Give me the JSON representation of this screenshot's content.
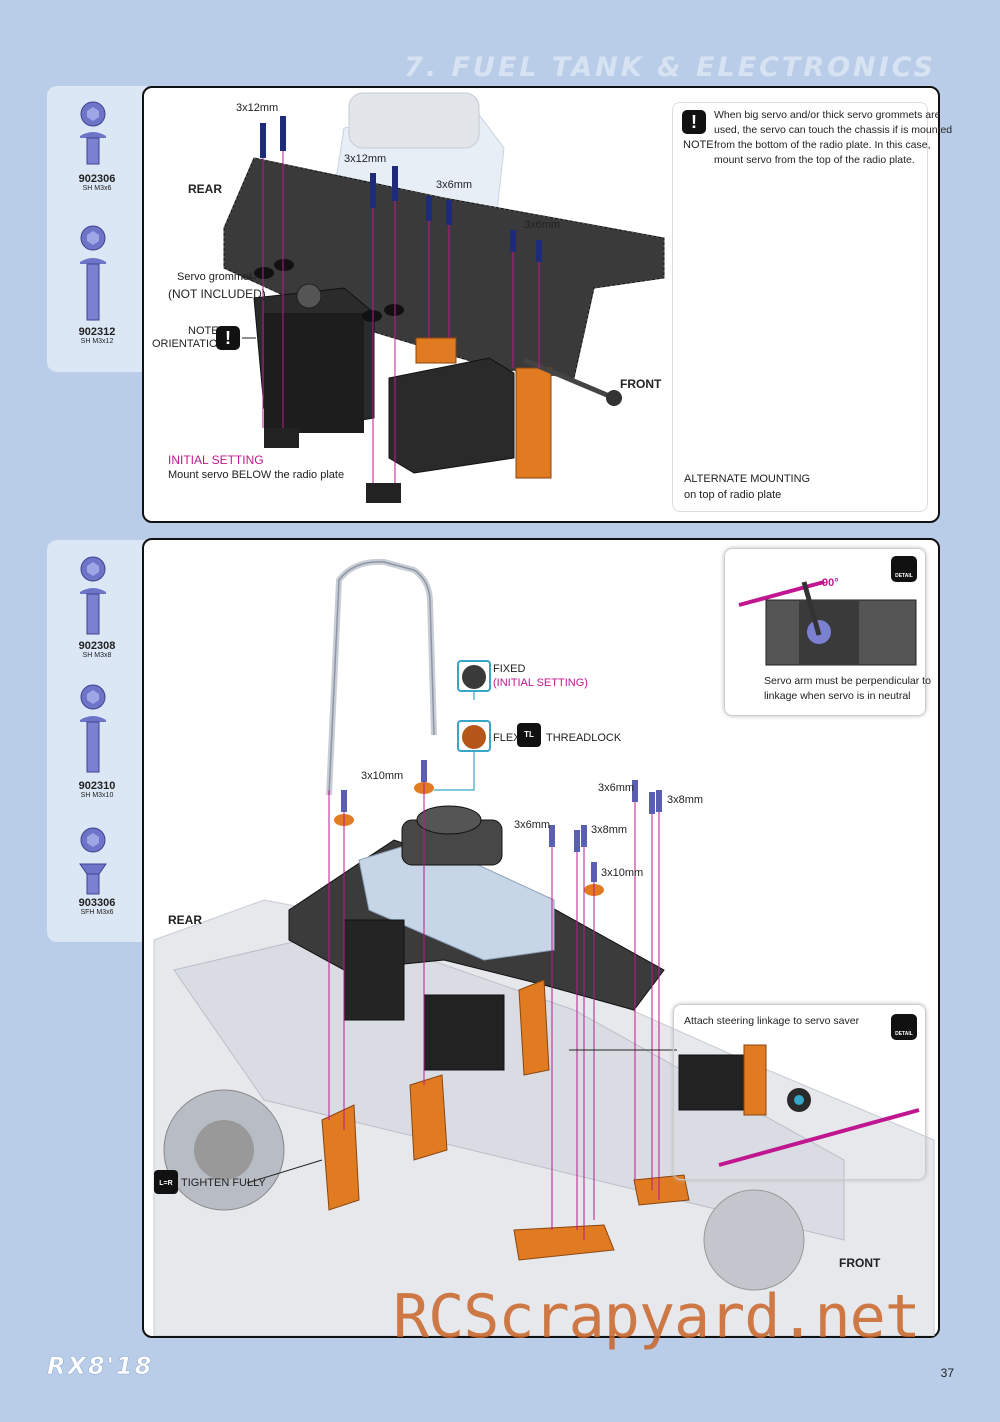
{
  "section_title": "7. FUEL TANK & ELECTRONICS",
  "page_number": "37",
  "model_logo": "RX8'18",
  "watermark": "RCScrapyard.net",
  "step1": {
    "parts": [
      {
        "code": "902306",
        "desc": "SH M3x6"
      },
      {
        "code": "902312",
        "desc": "SH M3x12"
      }
    ],
    "screws": {
      "s1": "3x12mm",
      "s2": "3x12mm",
      "s3": "3x6mm",
      "s4": "3x6mm"
    },
    "rear_label": "REAR",
    "front_label": "FRONT",
    "servo_grommet": "Servo grommet",
    "not_included": "(NOT INCLUDED)",
    "note_orientation_1": "NOTE",
    "note_orientation_2": "ORIENTATION",
    "initial_setting_title": "INITIAL SETTING",
    "initial_setting_text": "Mount servo BELOW the radio plate",
    "note_label": "NOTE",
    "note_text_1": "When big servo and/or thick servo grommets are",
    "note_text_2": "used, the servo can touch the chassis if is mounted",
    "note_text_3": "from the bottom of the radio plate. In this case,",
    "note_text_4": "mount servo from the top of the radio plate.",
    "alternate_title": "ALTERNATE MOUNTING",
    "alternate_text": "on top of radio plate"
  },
  "step2": {
    "parts": [
      {
        "code": "902308",
        "desc": "SH M3x8"
      },
      {
        "code": "902310",
        "desc": "SH M3x10"
      },
      {
        "code": "903306",
        "desc": "SFH M3x6"
      }
    ],
    "fixed": "FIXED",
    "initial_setting": "(INITIAL SETTING)",
    "flex": "FLEX",
    "threadlock": "THREADLOCK",
    "screws": {
      "a": "3x10mm",
      "b": "3x6mm",
      "c": "3x8mm",
      "d": "3x6mm",
      "e": "3x8mm",
      "f": "3x10mm"
    },
    "rear_label": "REAR",
    "front_label": "FRONT",
    "tighten_fully": "TIGHTEN FULLY",
    "detail1_angle": "90°",
    "detail1_text_1": "Servo arm must be perpendicular to",
    "detail1_text_2": "linkage when servo is in neutral",
    "detail2_text": "Attach steering linkage to servo saver",
    "detail_badge": "DETAIL"
  },
  "colors": {
    "accent_pink": "#c0168f",
    "orange_alu": "#e07b22",
    "screw_blue": "#5b5fb3",
    "background": "#b9cde9"
  }
}
